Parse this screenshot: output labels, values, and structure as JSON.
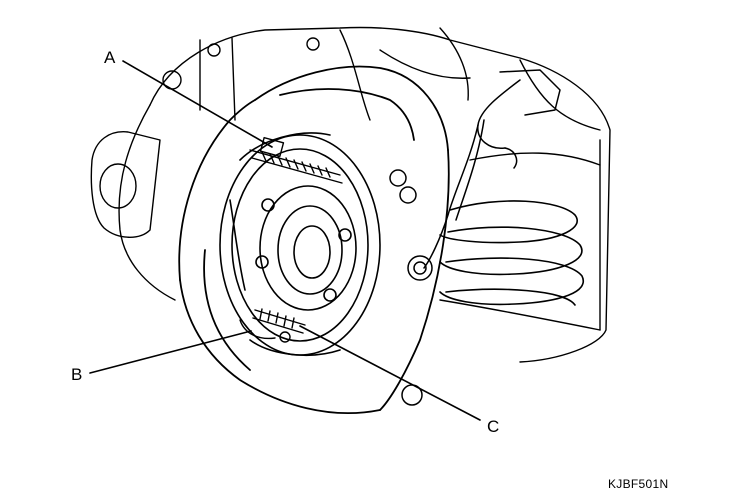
{
  "callouts": {
    "a": "A",
    "b": "B",
    "c": "C"
  },
  "figure_code": "KJBF501N"
}
